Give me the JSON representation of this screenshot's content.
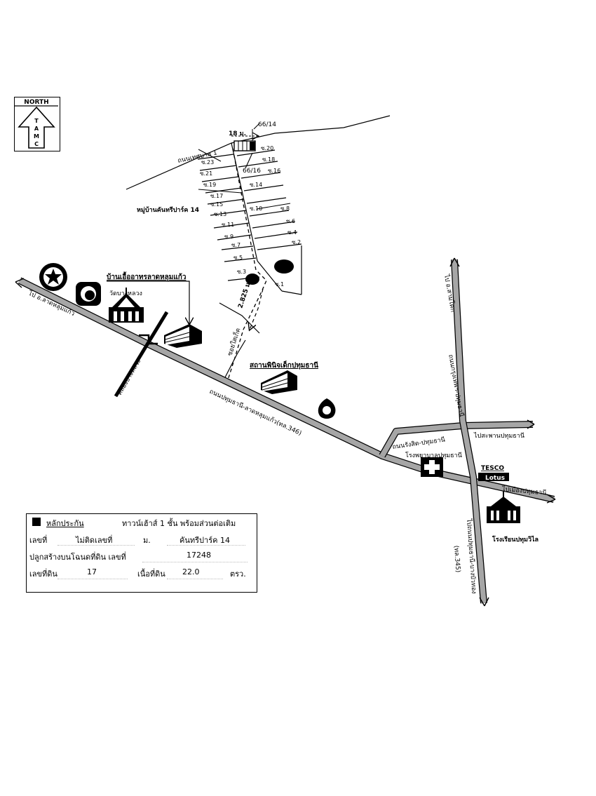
{
  "compass": {
    "north_label": "NORTH",
    "letters": [
      "T",
      "A",
      "M",
      "C"
    ]
  },
  "roads": {
    "thesaban1": "ถนนเทศบาล 1",
    "main_pathum_lat": "ถนนปทุมธานี-ลาดหลุมแก้ว(ทล.346)",
    "to_lat_lum_kaeo": "ไป อ.ลาดหลุมแก้ว",
    "to_sam_khok": "ไป อ.สามโคก",
    "rangsit_pathum": "ถนนรังสิต-ปทุมธานี",
    "krungthep_pathum": "ถนนกรุงเทพฯ-ปทุมธานี",
    "to_bridge": "ไปสะพานปทุมธานี",
    "to_city": "ไปเมืองปทุมธานี",
    "pathum_bangkhuwat": "ไปถนนปทุมธานี-บางบัวทอง",
    "route_345": "(ทล.345)",
    "khlong": "คลองบางหลวง",
    "soi_sai_kaeo": "ซอยใสเก็ด"
  },
  "labels": {
    "village": "หมู่บ้านคันทรีปาร์ค 14",
    "width_18m": "18 ม.",
    "house_66_14": "66/14",
    "house_66_16": "66/16",
    "distance": "2.825 ม.",
    "wat": "วัดบางหลวง",
    "market": "บ้านเอื้ออาทรลาดหลุมแก้ว",
    "museum": "สถานพินิจเด็กปทุมธานี",
    "hospital": "โรงพยาบาลปทุมธานี",
    "school": "โรงเรียนปทุมวิไล",
    "tesco": "TESCO",
    "lotus": "Lotus"
  },
  "sois": {
    "left": [
      "ซ.23",
      "ซ.21",
      "ซ.19",
      "ซ.17",
      "ซ.15",
      "ซ.13",
      "ซ.11",
      "ซ.9",
      "ซ.7",
      "ซ.5",
      "ซ.3"
    ],
    "right": [
      "ซ.20",
      "ซ.18",
      "ซ.16",
      "ซ.14",
      "ซ.10",
      "ซ.8",
      "ซ.6",
      "ซ.4",
      "ซ.2",
      "ซ.1"
    ]
  },
  "info_box": {
    "title": "หลักประกัน",
    "property_type": "ทาวน์เฮ้าส์ 1 ชั้น พร้อมส่วนต่อเติม",
    "no_label": "เลขที่",
    "no_value": "ไม่ติดเลขที่",
    "moo_label": "ม.",
    "village_value": "คันทรีปาร์ค 14",
    "deed_label": "ปลูกสร้างบนโฉนดที่ดิน เลขที่",
    "deed_value": "17248",
    "land_no_label": "เลขที่ดิน",
    "land_no_value": "17",
    "area_label": "เนื้อที่ดิน",
    "area_value": "22.0",
    "area_unit": "ตรว."
  }
}
